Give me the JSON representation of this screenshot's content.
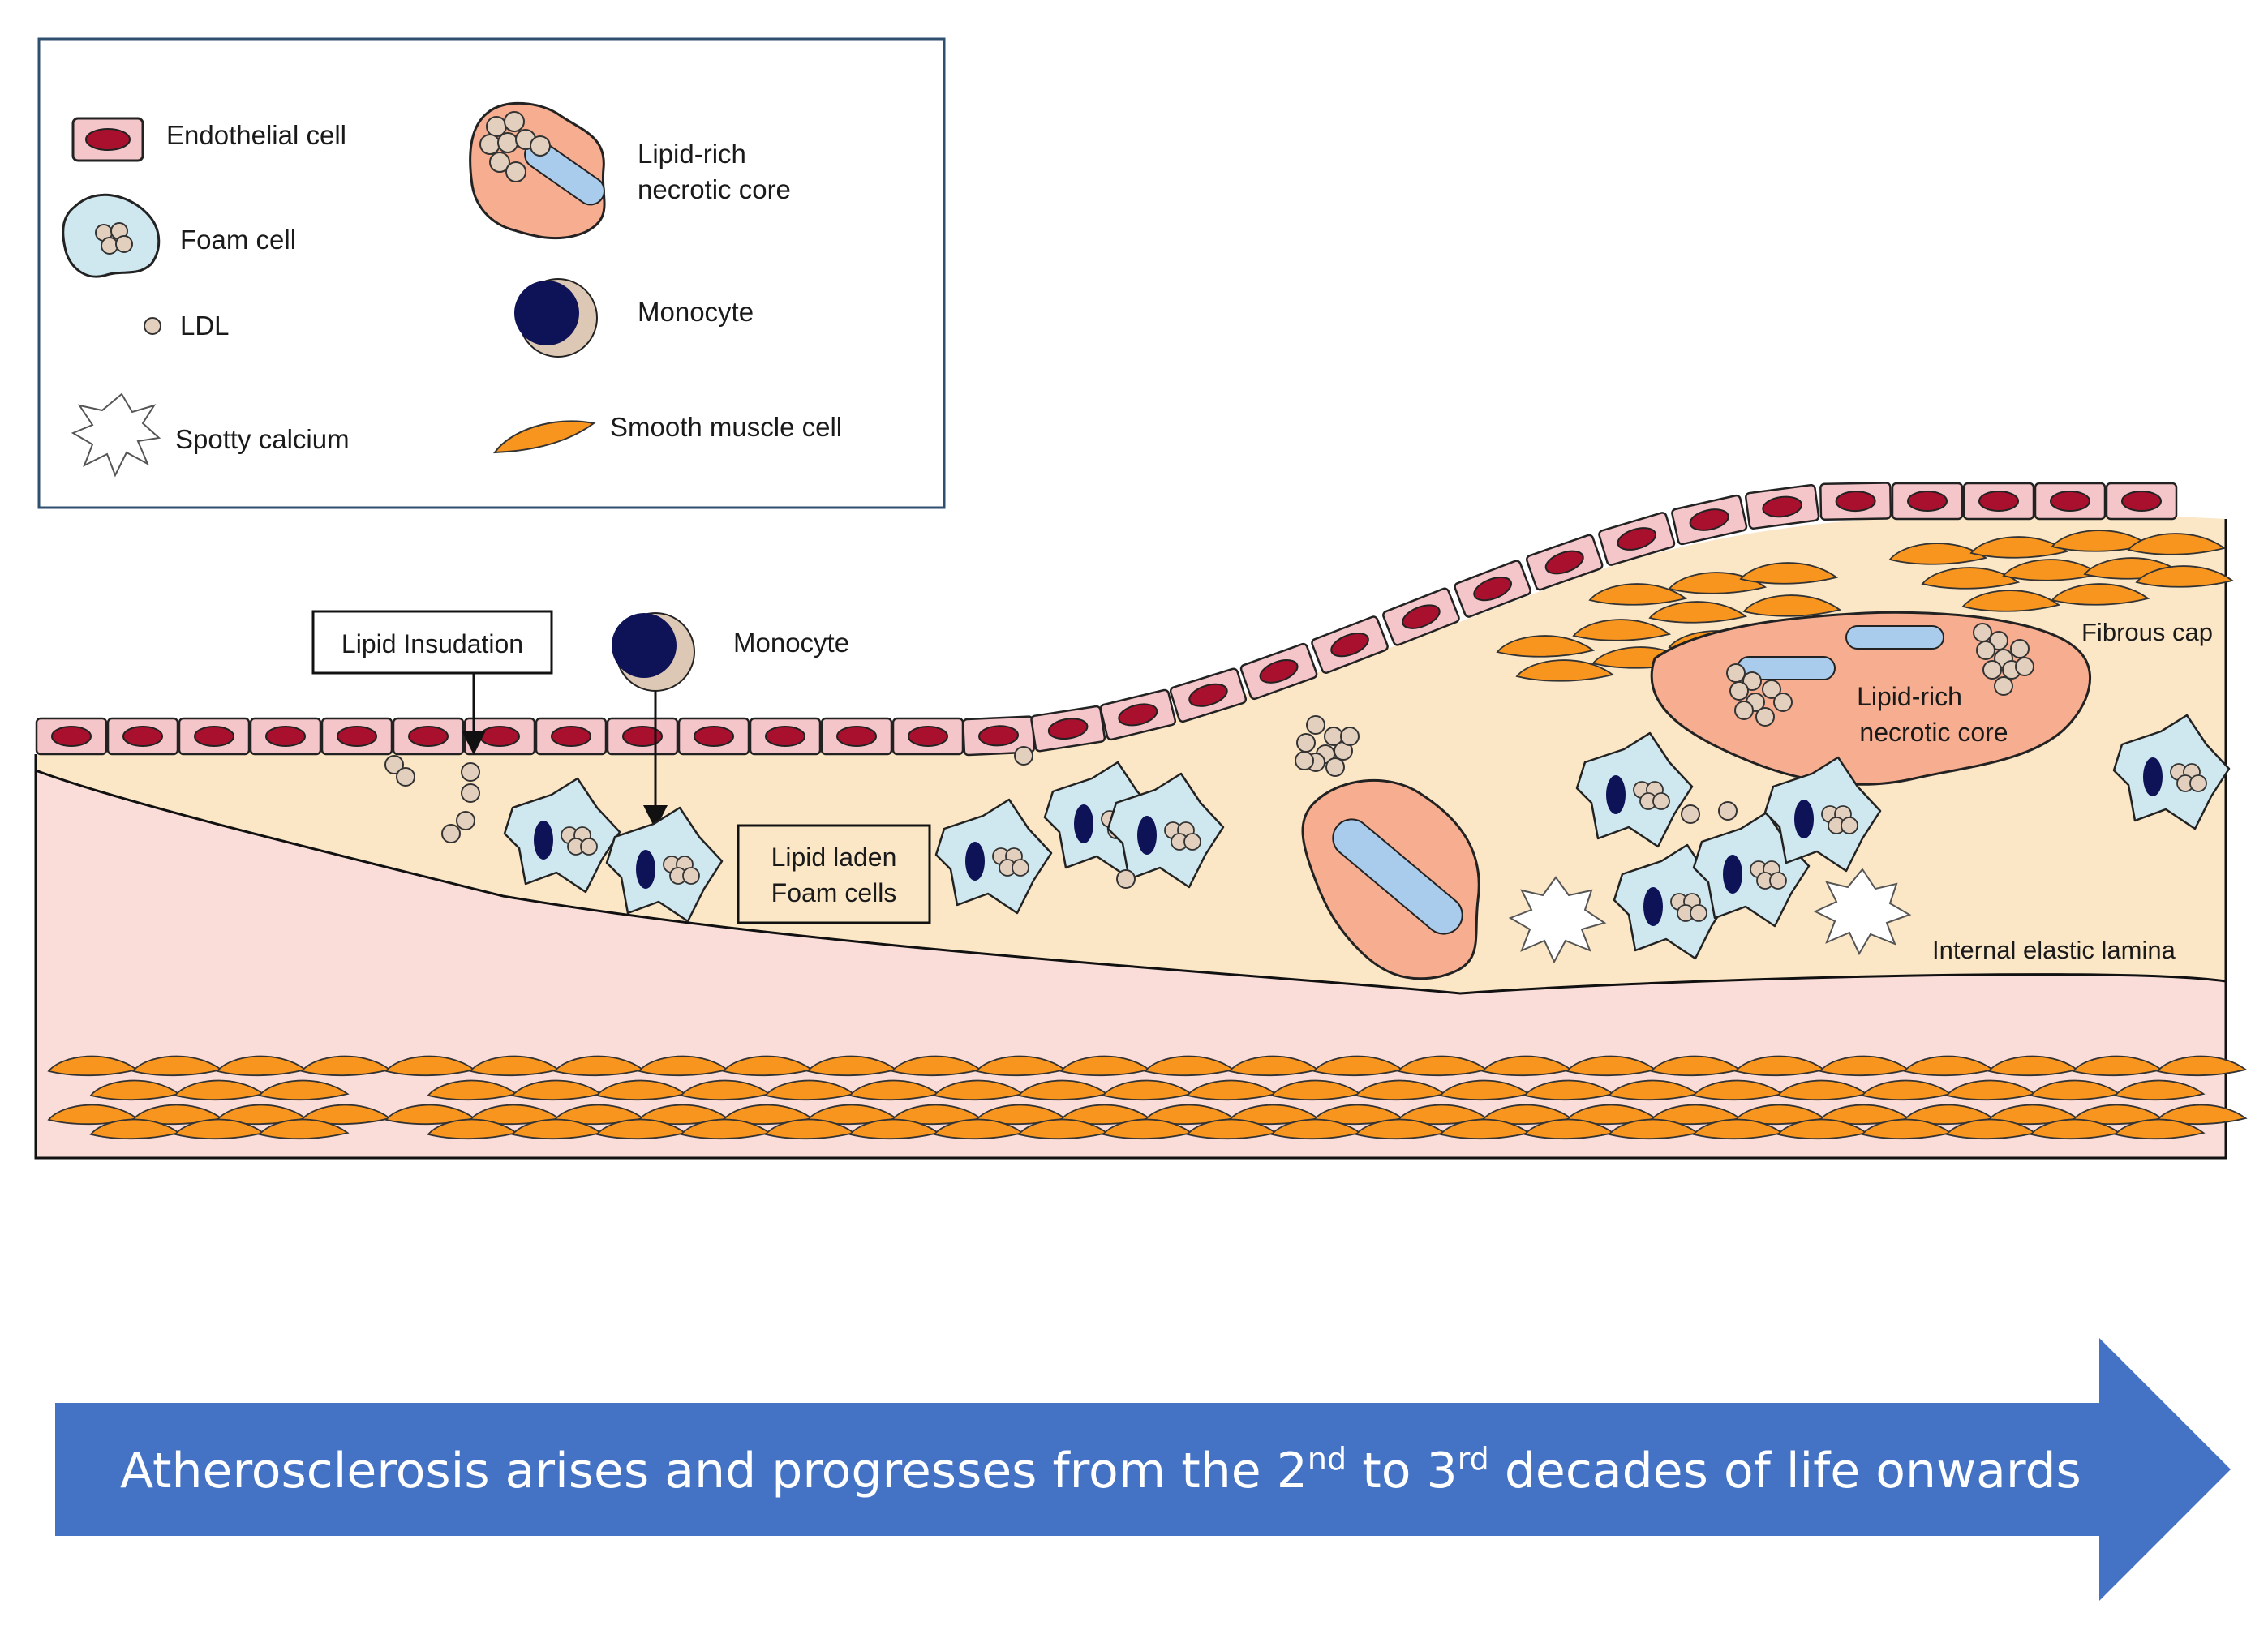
{
  "legend": {
    "endothelial_cell": "Endothelial cell",
    "foam_cell": "Foam cell",
    "ldl": "LDL",
    "spotty_calcium": "Spotty calcium",
    "lipid_core_line1": "Lipid-rich",
    "lipid_core_line2": "necrotic core",
    "monocyte": "Monocyte",
    "smooth_muscle_cell": "Smooth muscle cell"
  },
  "labels": {
    "lipid_insudation": "Lipid Insudation",
    "monocyte": "Monocyte",
    "foam_line1": "Lipid laden",
    "foam_line2": "Foam cells",
    "fibrous_cap": "Fibrous cap",
    "core_line1": "Lipid-rich",
    "core_line2": "necrotic core",
    "internal_elastic_lamina": "Internal elastic lamina"
  },
  "banner": {
    "part1": "Atherosclerosis arises and progresses from the 2",
    "sup1": "nd",
    "part2": " to 3",
    "sup2": "rd",
    "part3": " decades of life onwards"
  },
  "colors": {
    "endothelium": "#f4c5c9",
    "nucleus": "#a8102e",
    "intima": "#fbe6c6",
    "media": "#fadcd8",
    "smooth_muscle": "#f7951f",
    "foam_cell": "#cfe8ef",
    "foam_nucleus": "#0e1358",
    "ldl": "#e3cfbd",
    "necrotic_core": "#f6ad90",
    "cholesterol_crystal": "#a9ccec",
    "monocyte_nucleus": "#0e1358",
    "monocyte_rim": "#dcc8b4",
    "arrow": "#4472c4"
  }
}
